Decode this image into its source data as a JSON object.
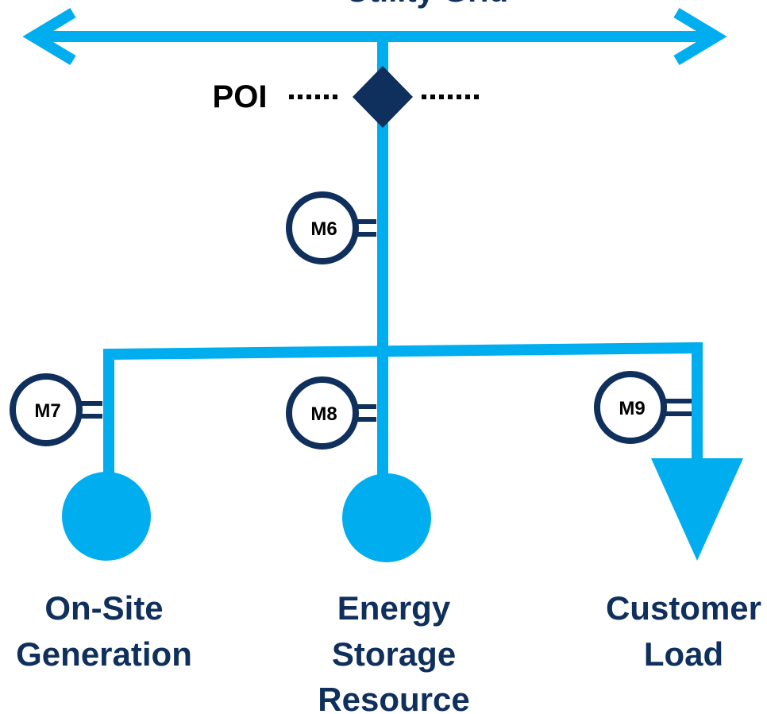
{
  "diagram": {
    "title": "Utility Grid",
    "poi_label": "POI",
    "meters": {
      "m6": "M6",
      "m7": "M7",
      "m8": "M8",
      "m9": "M9"
    },
    "nodes": {
      "generation": {
        "line1": "On-Site",
        "line2": "Generation"
      },
      "storage": {
        "line1": "Energy",
        "line2": "Storage",
        "line3": "Resource"
      },
      "load": {
        "line1": "Customer",
        "line2": "Load"
      }
    }
  },
  "colors": {
    "line": "#00AEEF",
    "dark": "#0F2F5C",
    "text": "#0F2F5C",
    "poi_text": "#000000",
    "background": "#FFFFFF"
  }
}
